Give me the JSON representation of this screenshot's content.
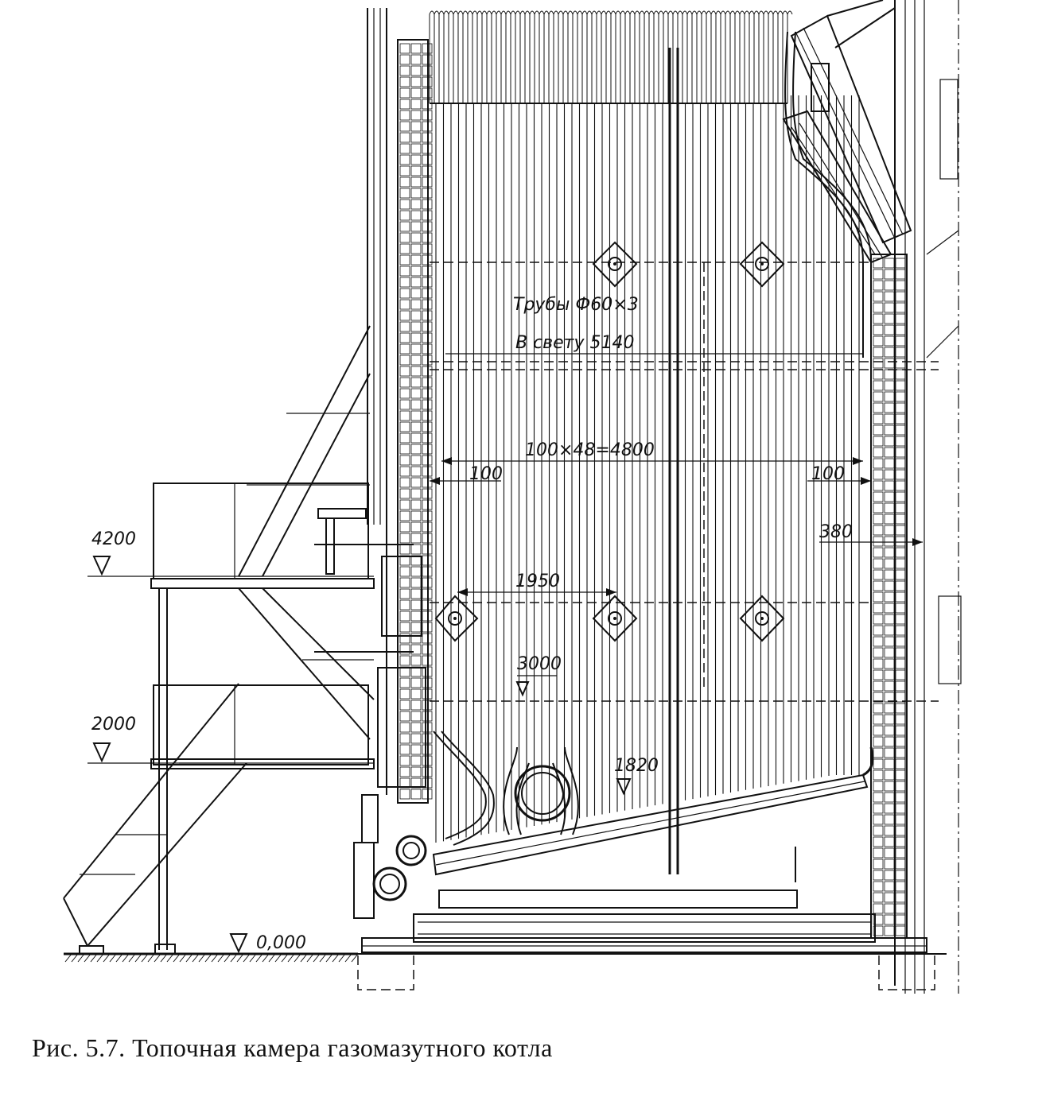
{
  "caption": "Рис. 5.7. Топочная камера газомазутного котла",
  "labels": {
    "tubes": "Трубы Ф60×3",
    "clear_width": "В свету 5140",
    "pitch": "100×48=4800",
    "gap_left": "100",
    "gap_right": "100",
    "wall": "380",
    "burner_spacing": "1950",
    "burner_height": "3000",
    "hearth_level": "1820",
    "level_upper": "4200",
    "level_lower": "2000",
    "level_ground": "0,000"
  },
  "icons": {
    "level_marker": "triangle-down-icon",
    "burner": "burner-diamond-icon",
    "manhole": "manhole-circle-icon"
  }
}
